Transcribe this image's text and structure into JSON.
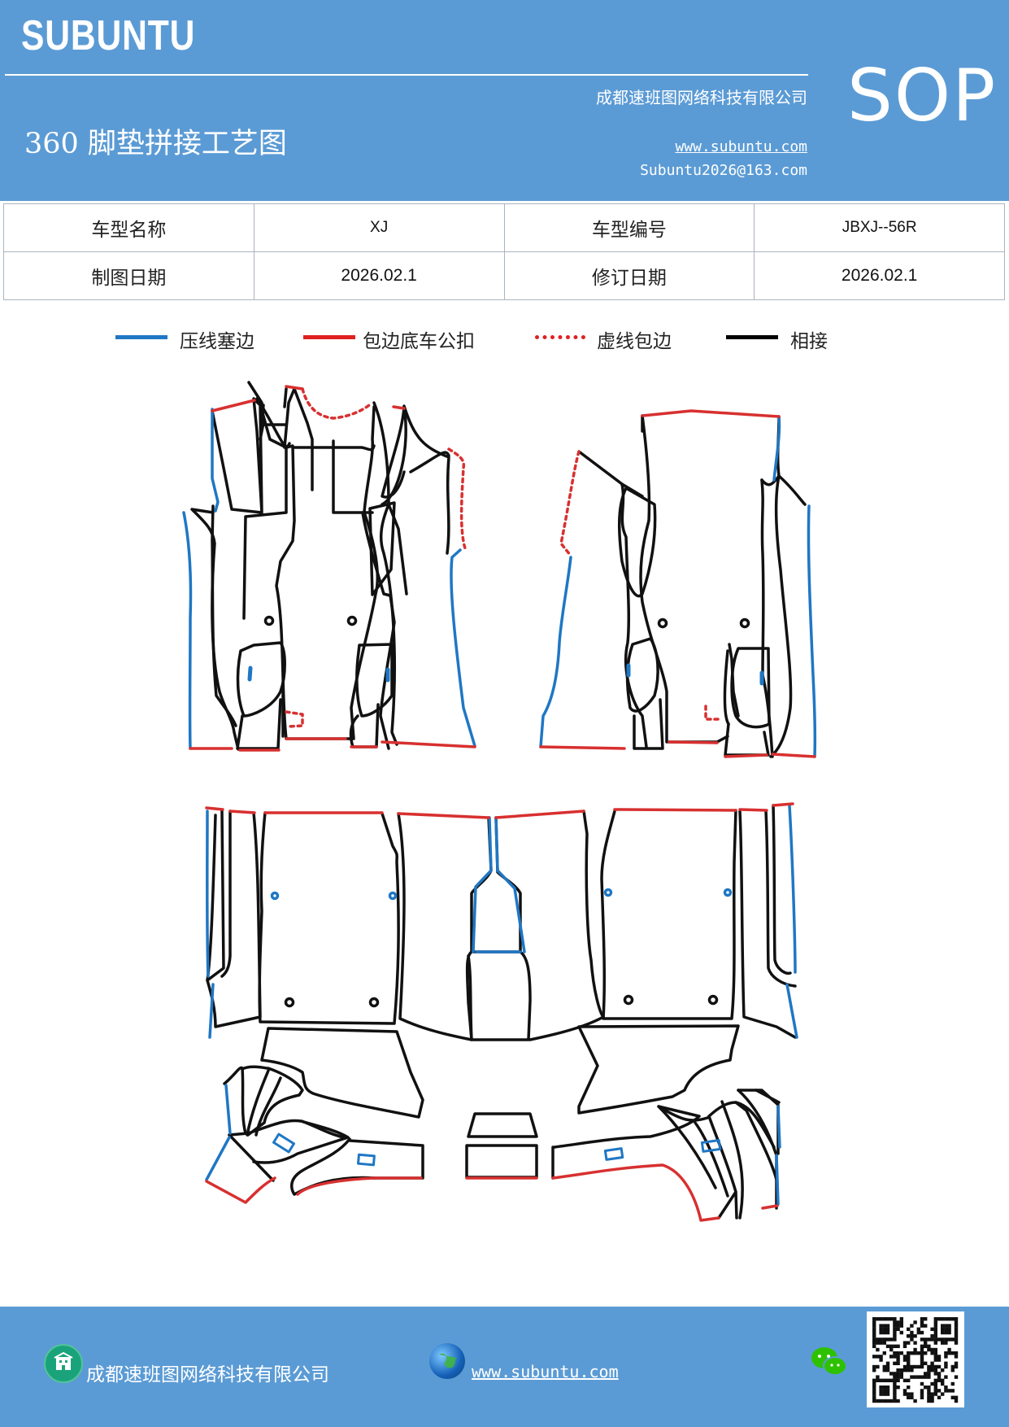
{
  "header": {
    "brand": "SUBUNTU",
    "sop": "SOP",
    "company": "成都速班图网络科技有限公司",
    "website": "www.subuntu.com",
    "email": "Subuntu2026@163.com",
    "title": "360 脚垫拼接工艺图"
  },
  "info_table": {
    "rows": [
      [
        {
          "text": "车型名称",
          "kind": "label"
        },
        {
          "text": "XJ",
          "kind": "value"
        },
        {
          "text": "车型编号",
          "kind": "label"
        },
        {
          "text": "JBXJ--56R",
          "kind": "value"
        }
      ],
      [
        {
          "text": "制图日期",
          "kind": "label"
        },
        {
          "text": "2026.02.1",
          "kind": "value"
        },
        {
          "text": "修订日期",
          "kind": "label"
        },
        {
          "text": "2026.02.1",
          "kind": "value"
        }
      ]
    ]
  },
  "legend": [
    {
      "label": "压线塞边",
      "color": "#1f77c4",
      "style": "solid"
    },
    {
      "label": "包边底车公扣",
      "color": "#e02020",
      "style": "solid"
    },
    {
      "label": "虚线包边",
      "color": "#e02020",
      "style": "dotted"
    },
    {
      "label": "相接",
      "color": "#000000",
      "style": "solid"
    }
  ],
  "colors": {
    "header_bg": "#5b9bd5",
    "blue_line": "#1f77c4",
    "red_line": "#d83030",
    "black_line": "#111111"
  },
  "footer": {
    "company": "成都速班图网络科技有限公司",
    "website": "www.subuntu.com",
    "icons": [
      "building-icon",
      "globe-icon",
      "wechat-icon",
      "qr-code"
    ]
  }
}
